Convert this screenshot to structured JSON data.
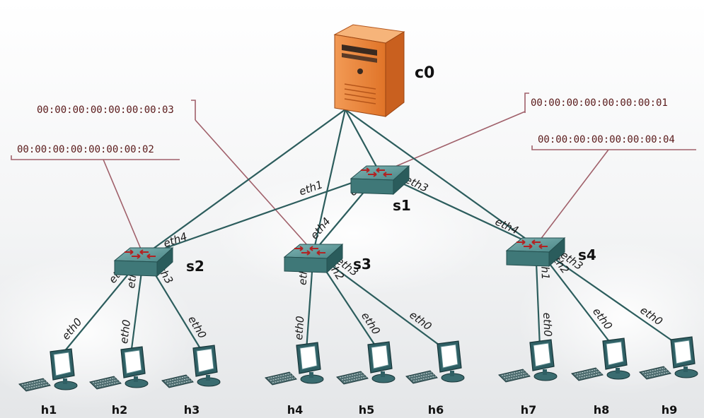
{
  "colors": {
    "link": "#2c5d5d",
    "dpid_line": "#a0606a",
    "switch_top": "#5f9c9c",
    "switch_side": "#2f6a6a",
    "controller": "#e8803a"
  },
  "controller": {
    "name": "c0",
    "icon": "server-tower-icon"
  },
  "switches": [
    {
      "id": "s1",
      "name": "s1",
      "icon": "switch-icon",
      "dpid": "00:00:00:00:00:00:00:01"
    },
    {
      "id": "s2",
      "name": "s2",
      "icon": "switch-icon",
      "dpid": "00:00:00:00:00:00:00:02"
    },
    {
      "id": "s3",
      "name": "s3",
      "icon": "switch-icon",
      "dpid": "00:00:00:00:00:00:00:03"
    },
    {
      "id": "s4",
      "name": "s4",
      "icon": "switch-icon",
      "dpid": "00:00:00:00:00:00:00:04"
    }
  ],
  "hosts": [
    {
      "name": "h1",
      "icon": "workstation-icon"
    },
    {
      "name": "h2",
      "icon": "workstation-icon"
    },
    {
      "name": "h3",
      "icon": "workstation-icon"
    },
    {
      "name": "h4",
      "icon": "workstation-icon"
    },
    {
      "name": "h5",
      "icon": "workstation-icon"
    },
    {
      "name": "h6",
      "icon": "workstation-icon"
    },
    {
      "name": "h7",
      "icon": "workstation-icon"
    },
    {
      "name": "h8",
      "icon": "workstation-icon"
    },
    {
      "name": "h9",
      "icon": "workstation-icon"
    }
  ],
  "links": [
    {
      "a": "c0",
      "b": "s1"
    },
    {
      "a": "c0",
      "b": "s2"
    },
    {
      "a": "c0",
      "b": "s3"
    },
    {
      "a": "c0",
      "b": "s4"
    },
    {
      "a": "s1",
      "b": "s2",
      "a_port": "eth1",
      "b_port": "eth4"
    },
    {
      "a": "s1",
      "b": "s3",
      "a_port": "eth2",
      "b_port": "eth4"
    },
    {
      "a": "s1",
      "b": "s4",
      "a_port": "eth3",
      "b_port": "eth4"
    },
    {
      "a": "s2",
      "b": "h1",
      "a_port": "eth1",
      "b_port": "eth0"
    },
    {
      "a": "s2",
      "b": "h2",
      "a_port": "eth2",
      "b_port": "eth0"
    },
    {
      "a": "s2",
      "b": "h3",
      "a_port": "eth3",
      "b_port": "eth0"
    },
    {
      "a": "s3",
      "b": "h4",
      "a_port": "eth1",
      "b_port": "eth0"
    },
    {
      "a": "s3",
      "b": "h5",
      "a_port": "eth2",
      "b_port": "eth0"
    },
    {
      "a": "s3",
      "b": "h6",
      "a_port": "eth3",
      "b_port": "eth0"
    },
    {
      "a": "s4",
      "b": "h7",
      "a_port": "eth1",
      "b_port": "eth0"
    },
    {
      "a": "s4",
      "b": "h8",
      "a_port": "eth2",
      "b_port": "eth0"
    },
    {
      "a": "s4",
      "b": "h9",
      "a_port": "eth3",
      "b_port": "eth0"
    }
  ]
}
